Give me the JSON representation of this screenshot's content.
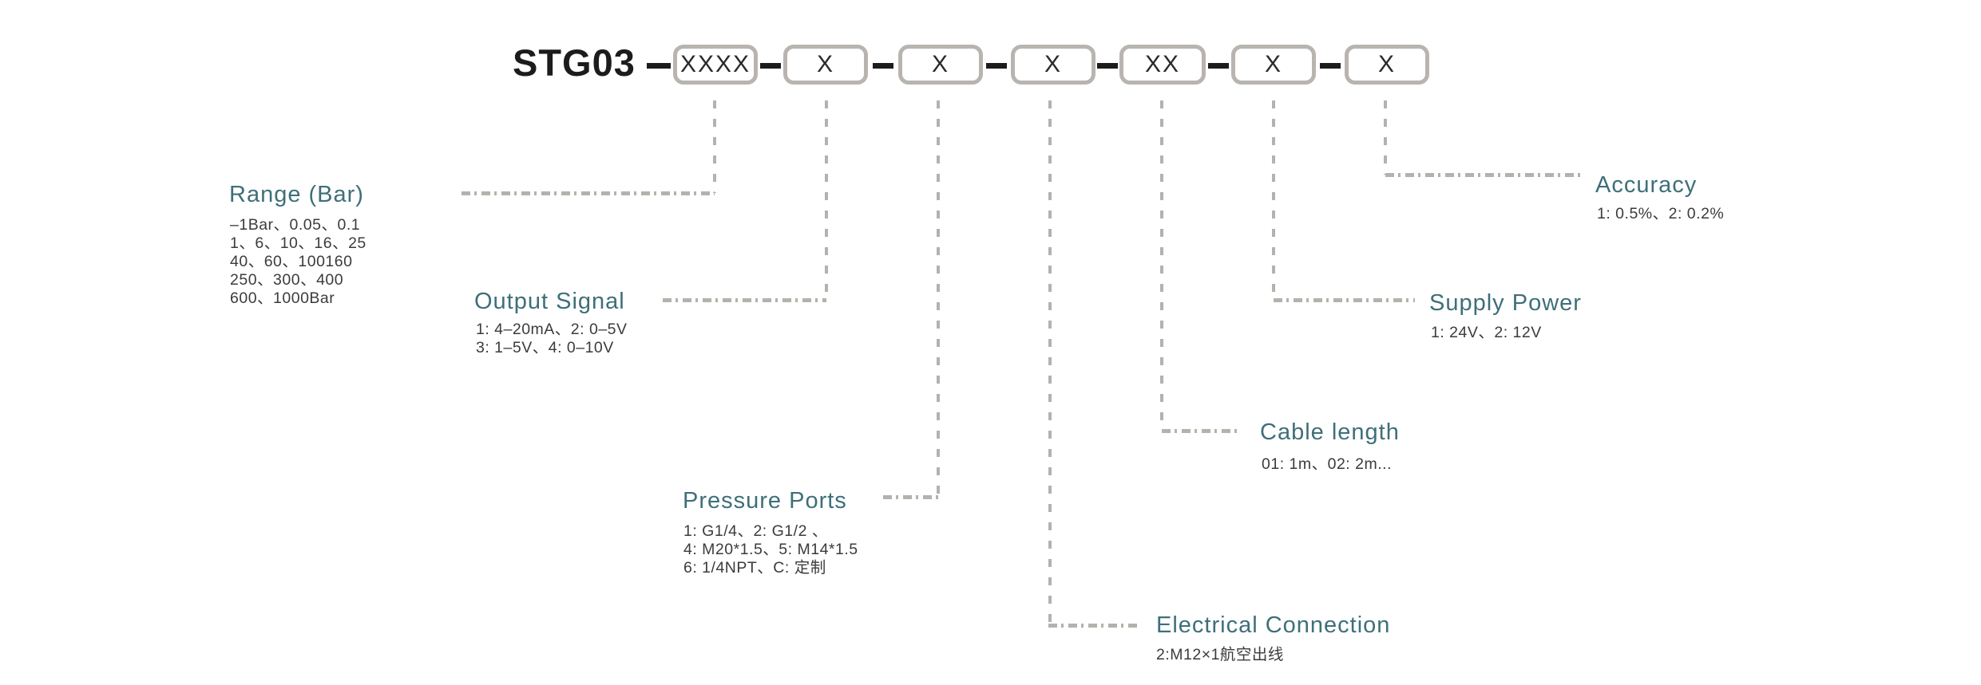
{
  "title": {
    "model": "STG03",
    "separator": "—"
  },
  "code_boxes": [
    {
      "code": "XXXX"
    },
    {
      "code": "X"
    },
    {
      "code": "X"
    },
    {
      "code": "X"
    },
    {
      "code": "XX"
    },
    {
      "code": "X"
    },
    {
      "code": "X"
    }
  ],
  "fields": [
    {
      "name": "Range (Bar)",
      "lines": [
        "–1Bar、0.05、0.1",
        "1、6、10、16、25",
        "40、60、100160",
        "250、300、400",
        "600、1000Bar"
      ]
    },
    {
      "name": "Output Signal",
      "lines": [
        "1: 4–20mA、2: 0–5V",
        "3: 1–5V、4: 0–10V"
      ]
    },
    {
      "name": "Pressure Ports",
      "lines": [
        "1: G1/4、2: G1/2 、",
        "4: M20*1.5、5: M14*1.5",
        "6: 1/4NPT、C: 定制"
      ]
    },
    {
      "name": "Electrical Connection",
      "lines": [
        "2:M12×1航空出线"
      ]
    },
    {
      "name": "Cable length",
      "lines": [
        "01: 1m、02: 2m..."
      ]
    },
    {
      "name": "Supply Power",
      "lines": [
        "1: 24V、2: 12V"
      ]
    },
    {
      "name": "Accuracy",
      "lines": [
        "1: 0.5%、2: 0.2%"
      ]
    }
  ],
  "colors": {
    "heading": "#3e6f79",
    "text": "#3b3b3b",
    "box_border": "#b8b4b0",
    "dash": "#b5b1ac",
    "connector": "#1c1c1c"
  }
}
